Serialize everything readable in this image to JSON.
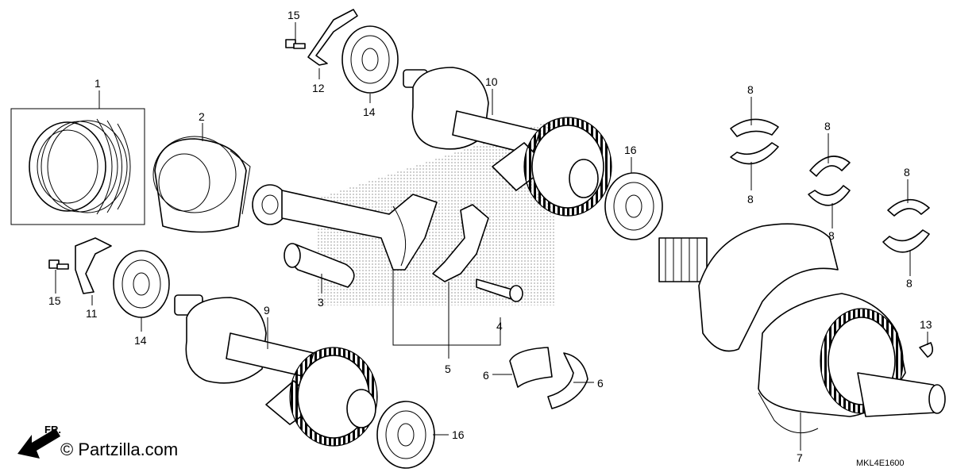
{
  "diagram": {
    "part_code": "MKL4E1600",
    "watermark": "© Partzilla.com",
    "front_marker": "FR.",
    "callouts": [
      "1",
      "2",
      "3",
      "4",
      "5",
      "6",
      "6",
      "7",
      "8",
      "8",
      "8",
      "8",
      "8",
      "8",
      "9",
      "10",
      "11",
      "12",
      "13",
      "14",
      "14",
      "15",
      "15",
      "16",
      "16"
    ]
  }
}
